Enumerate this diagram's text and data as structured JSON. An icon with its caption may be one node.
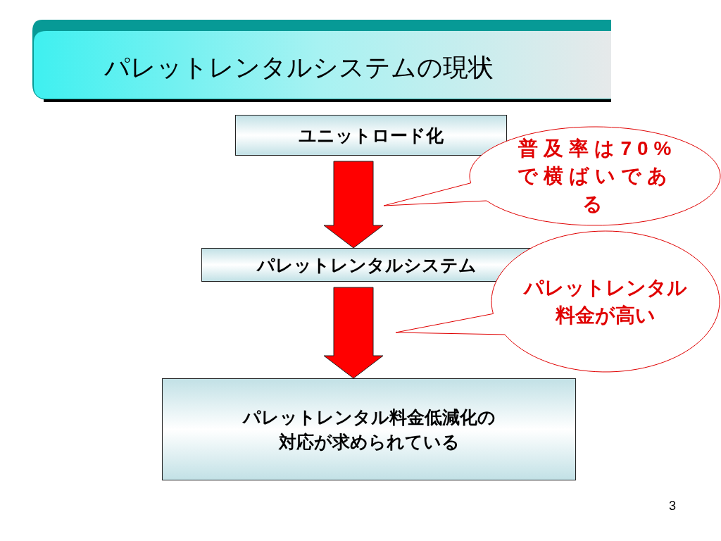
{
  "diagram": {
    "title": "パレットレンタルシステムの現状",
    "nodes": [
      {
        "text": [
          "ユニットロード化"
        ]
      },
      {
        "text": [
          "パレットレンタルシステム"
        ]
      },
      {
        "text": [
          "パレットレンタル料金低減化の対応が求められている"
        ]
      },
      {
        "text": [
          "普及率は70%で横ばいである"
        ]
      },
      {
        "text": [
          "パレットレンタル料金が高い"
        ]
      }
    ],
    "edges": [
      {
        "from": 0,
        "to": 1,
        "arrow": "to"
      },
      {
        "from": 1,
        "to": 2,
        "arrow": "to"
      }
    ],
    "labels": [
      "3"
    ]
  }
}
